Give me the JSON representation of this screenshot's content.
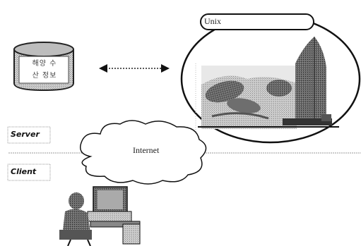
{
  "database": {
    "line1": "해양  수",
    "line2": "산 정보"
  },
  "unix": {
    "label": "Unix"
  },
  "network": {
    "label": "Internet"
  },
  "roles": {
    "server": "Server",
    "client": "Client"
  },
  "note": {
    "text": ""
  }
}
